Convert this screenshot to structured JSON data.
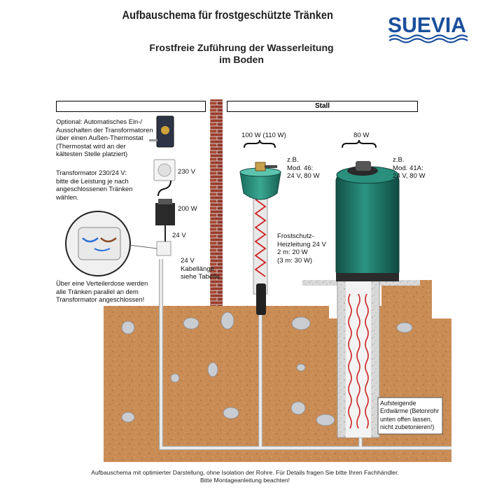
{
  "title": "Aufbauschema für frostgeschützte Tränken",
  "subtitle_line1": "Frostfreie Zuführung der Wasserleitung",
  "subtitle_line2": "im Boden",
  "logo_text": "SUEVIA",
  "label_left": "",
  "label_right": "Stall",
  "thermostat_note": [
    "Optional: Automatisches Ein-/",
    "Ausschalten der Transformatoren",
    "über einen Außen-Thermostat",
    "(Thermostat wird an der",
    "kältesten Stelle platziert)"
  ],
  "transformer_note": [
    "Transformator 230/24 V:",
    "bitte die Leistung je nach",
    "angeschlossenen Tränken",
    "wählen."
  ],
  "junction_note": [
    "Über eine Verteilerdose werden",
    "alle Tränken parallel an dem",
    "Transformator angeschlossen!"
  ],
  "socket_voltage": "230 V",
  "transformer_power": "200 W",
  "output_voltage": "24 V",
  "cable_note": [
    "24 V",
    "Kabellänge",
    "siehe Tabelle"
  ],
  "bowl_power": "100 W (110 W)",
  "bowl_model": [
    "z.B.",
    "Mod. 46:",
    "24 V, 80 W"
  ],
  "heating_cable_note": [
    "Frostschutz-",
    "Heizleitung 24 V",
    "2 m: 20 W",
    "(3 m: 30 W)"
  ],
  "tank_power": "80 W",
  "tank_model": [
    "z.B.",
    "Mod. 41A:",
    "24 V, 80 W"
  ],
  "geothermal_note": [
    "Aufsteigende",
    "Erdwärme (Betonrohr",
    "unten offen lassen,",
    "nicht zubetonieren!)"
  ],
  "footer_lines": [
    "Aufbauschema mit optimierter Darstellung, ohne Isolation der Rohre. Für Details fragen Sie bitte Ihren Fachhändler.",
    "Bitte Montageanleitung beachten!"
  ],
  "colors": {
    "soil": "#c98c55",
    "brick": "#9b3b2b",
    "pipe": "#e9e9e9",
    "heater": "#cc2222",
    "tank": "#1d7a6b",
    "logo_blue": "#1a4f9c",
    "concrete": "#d6d6d6"
  }
}
